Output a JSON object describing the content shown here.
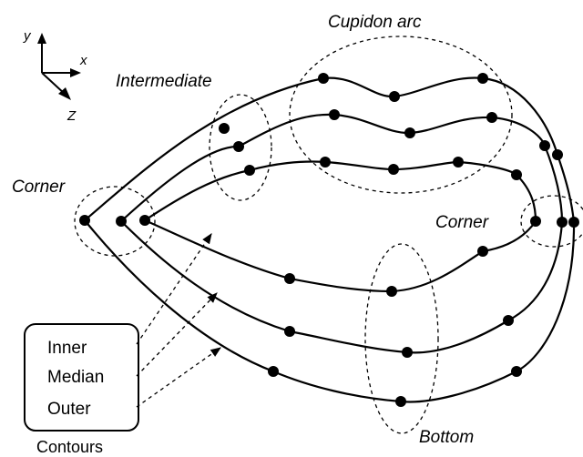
{
  "axes": {
    "y": "y",
    "x": "x",
    "z": "Z"
  },
  "labels": {
    "cupidon_arc": "Cupidon arc",
    "intermediate": "Intermediate",
    "corner_left": "Corner",
    "corner_right": "Corner",
    "bottom": "Bottom"
  },
  "legend": {
    "items": [
      "Inner",
      "Median",
      "Outer"
    ],
    "caption": "Contours"
  },
  "contours": [
    {
      "name": "Inner"
    },
    {
      "name": "Median"
    },
    {
      "name": "Outer"
    }
  ]
}
